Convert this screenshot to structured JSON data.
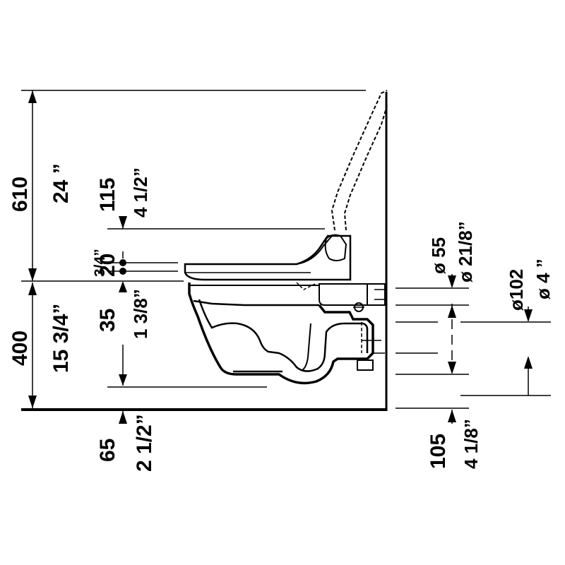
{
  "colors": {
    "line": "#000000",
    "background": "#ffffff"
  },
  "dimensions": {
    "total_height_mm": "610",
    "total_height_in": "24 ”",
    "seat_height_mm": "400",
    "seat_height_in": "15 3/4”",
    "seat_top_mm": "115",
    "seat_top_in": "4 1/2”",
    "seat_thickness_mm": "20",
    "seat_thickness_in": "3/4”",
    "rim_drop_mm": "35",
    "rim_drop_in": "1 3/8”",
    "bottom_gap_mm": "65",
    "bottom_gap_in": "2 1/2”",
    "water_inlet_dia_mm": "ø 55",
    "water_inlet_dia_in": "ø 21/8”",
    "outlet_dia_mm": "ø102",
    "outlet_dia_in": "ø 4 ”",
    "outlet_height_mm": "105",
    "outlet_height_in": "4 1/8”"
  }
}
